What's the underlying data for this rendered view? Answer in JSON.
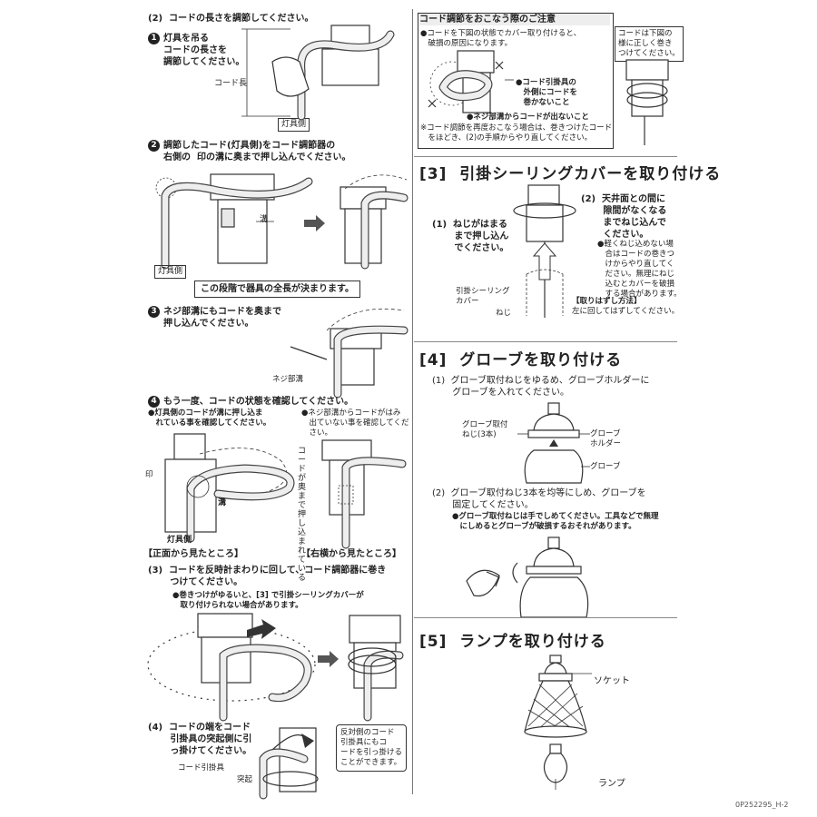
{
  "left": {
    "step2_heading": "(2)  コードの長さを調節してください。",
    "s1_text": "灯具を吊る\nコードの長さを\n調節してください。",
    "s1_label_length": "コード長",
    "s1_label_fixture": "灯具側",
    "s2_text": "調節したコード(灯具側)をコード調節器の\n右側の  印の溝に奥まで押し込んでください。",
    "s2_label_groove": "溝",
    "s2_label_fixture": "灯具側",
    "s2_note": "この段階で器具の全長が決まります。",
    "s3_text": "ネジ部溝にもコードを奥まで\n押し込んでください。",
    "s3_label": "ネジ部溝",
    "s4_text": "もう一度、コードの状態を確認してください。",
    "s4_note_left": "●灯具側のコードが溝に押し込ま\n　れている事を確認してください。",
    "s4_note_right": "●ネジ部溝からコードがはみ\n　出ていない事を確認してくだ\n　さい。",
    "s4_mark_label": "印",
    "s4_groove_label": "溝",
    "s4_fixture_label": "灯具側",
    "s4_vertical": "コードが奥まで押し込まれている",
    "s4_caption_front": "【正面から見たところ】",
    "s4_caption_side": "【右横から見たところ】",
    "step3_text": "(3)  コードを反時計まわりに回して、コード調節器に巻き\n       つけてください。",
    "step3_note": "●巻きつけがゆるいと、[3] で引掛シーリングカバーが\n　取り付けられない場合があります。",
    "step4_text": "(4)  コードの端をコード\n       引掛具の突起側に引\n       っ掛けてください。",
    "step4_label_hook": "コード引掛具",
    "step4_label_bump": "突起",
    "step4_box": "反対側のコード\n引掛具にもコ\nードを引っ掛ける\nことができます。"
  },
  "caution": {
    "title": "コード調節をおこなう際のご注意",
    "line1": "●コードを下図の状態でカバー取り付けると、\n　破損の原因になります。",
    "note_outside": "●コード引掛具の\n　外側にコードを\n　巻かないこと",
    "note_screw": "●ネジ部溝からコードが出ないこと",
    "note_redo": "※コード調節を再度おこなう場合は、巻きつけたコード\n　をほどき、(2)の手順からやり直してください。",
    "side_box": "コードは下図の\n様に正しく巻き\nつけてください。"
  },
  "sec3": {
    "heading": "[3]  引掛シーリングカバーを取り付ける",
    "step1": "(1)  ねじがはまる\n       まで押し込ん\n       でください。",
    "step2": "(2)  天井面との間に\n       隙間がなくなる\n       までねじ込んで\n       ください。",
    "note": "●軽くねじ込めない場\n　合はコードの巻きつ\n　けからやり直してく\n　ださい。無理にねじ\n　込むとカバーを破損\n　する場合があります。",
    "label_cover": "引掛シーリング\nカバー",
    "label_screw": "ねじ",
    "remove_title": "【取りはずし方法】",
    "remove_text": "左に回してはずしてください。"
  },
  "sec4": {
    "heading": "[4]  グローブを取り付ける",
    "step1": "(1)  グローブ取付ねじをゆるめ、グローブホルダーに\n       グローブを入れてください。",
    "label_screw": "グローブ取付\nねじ(3本)",
    "label_holder": "グローブ\nホルダー",
    "label_globe": "グローブ",
    "step2": "(2)  グローブ取付ねじ3本を均等にしめ、グローブを\n       固定してください。",
    "step2_note": "●グローブ取付ねじは手でしめてください。工具などで無理\n　にしめるとグローブが破損するおそれがあります。"
  },
  "sec5": {
    "heading": "[5]  ランプを取り付ける",
    "label_socket": "ソケット",
    "label_lamp": "ランプ"
  },
  "footer": {
    "code": "0P252295_H-2"
  },
  "icons": [
    "step-number-1-icon",
    "step-number-2-icon",
    "step-number-3-icon",
    "step-number-4-icon",
    "arrow-right-icon",
    "cross-mark-icon",
    "rotate-arrow-icon"
  ]
}
